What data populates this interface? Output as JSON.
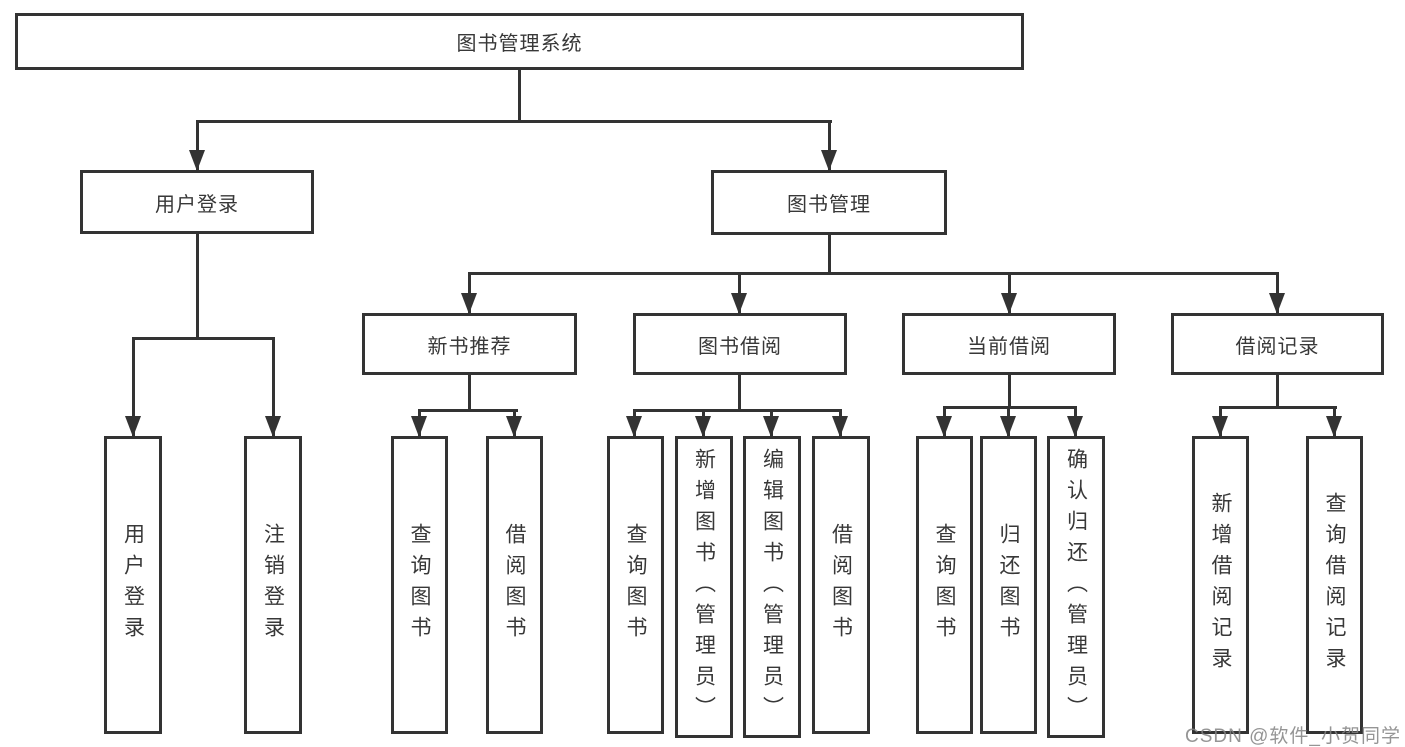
{
  "diagram": {
    "root": "图书管理系统",
    "branches": [
      {
        "label": "用户登录",
        "children": [
          {
            "label": "用户登录"
          },
          {
            "label": "注销登录"
          }
        ]
      },
      {
        "label": "图书管理",
        "children": [
          {
            "label": "新书推荐",
            "children": [
              {
                "label": "查询图书"
              },
              {
                "label": "借阅图书"
              }
            ]
          },
          {
            "label": "图书借阅",
            "children": [
              {
                "label": "查询图书"
              },
              {
                "label": "新增图书（管理员）"
              },
              {
                "label": "编辑图书（管理员）"
              },
              {
                "label": "借阅图书"
              }
            ]
          },
          {
            "label": "当前借阅",
            "children": [
              {
                "label": "查询图书"
              },
              {
                "label": "归还图书"
              },
              {
                "label": "确认归还（管理员）"
              }
            ]
          },
          {
            "label": "借阅记录",
            "children": [
              {
                "label": "新增借阅记录"
              },
              {
                "label": "查询借阅记录"
              }
            ]
          }
        ]
      }
    ]
  },
  "colors": {
    "line": "#333333",
    "text": "#383838",
    "background": "#ffffff",
    "watermark": "#828282"
  },
  "watermark": {
    "text": "CSDN @软件_小贺同学"
  }
}
